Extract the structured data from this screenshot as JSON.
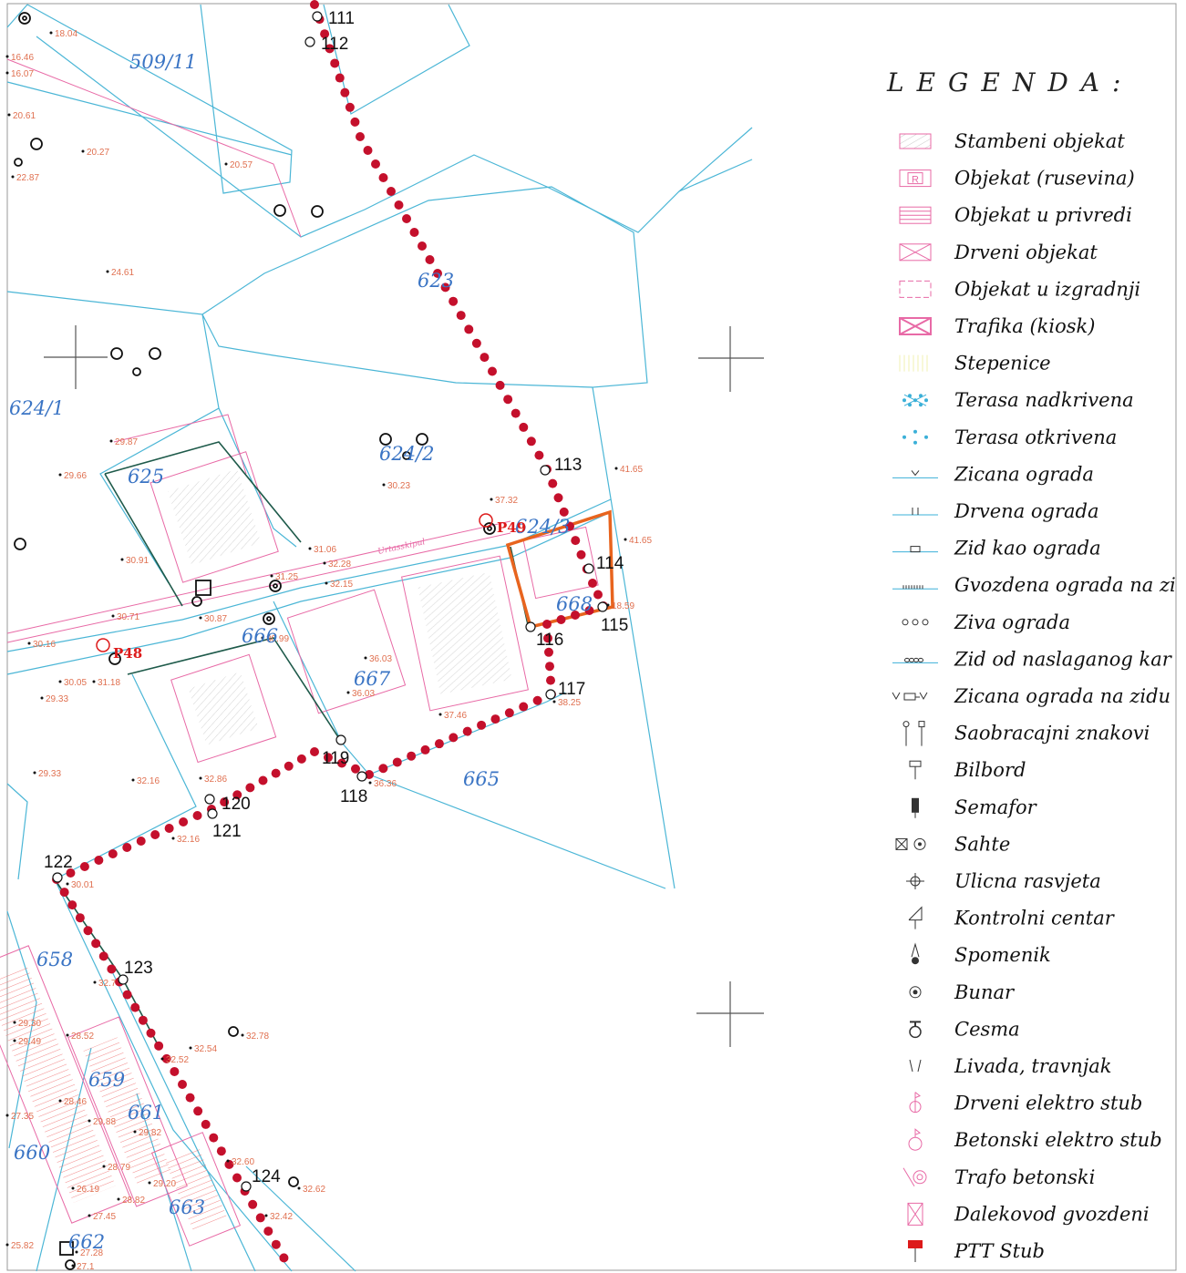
{
  "parcels": [
    "509/11",
    "623",
    "624/1",
    "624/2",
    "625",
    "624/3",
    "668",
    "666",
    "667",
    "665",
    "658",
    "659",
    "661",
    "660",
    "663",
    "662"
  ],
  "points": [
    "111",
    "112",
    "113",
    "114",
    "115",
    "116",
    "117",
    "118",
    "119",
    "120",
    "121",
    "122",
    "123",
    "124"
  ],
  "elevations": [
    "18.04",
    "16.46",
    "16.07",
    "20.61",
    "20.27",
    "20.57",
    "22.87",
    "24.61",
    "29.87",
    "29.66",
    "30.23",
    "41.65",
    "37.32",
    "41.65",
    "31.06",
    "32.28",
    "31.25",
    "32.15",
    "30.91",
    "30.71",
    "30.87",
    "30.99",
    "30.16",
    "30.05",
    "31.18",
    "29.33",
    "36.03",
    "36.03",
    "37.46",
    "38.25",
    "29.33",
    "32.16",
    "32.86",
    "36.36",
    "32.16",
    "30.01",
    "32.7",
    "32.78",
    "32.54",
    "32.52",
    "29.30",
    "29.49",
    "28.52",
    "28.46",
    "29.88",
    "29.82",
    "27.35",
    "28.79",
    "29.20",
    "26.19",
    "28.82",
    "27.45",
    "32.60",
    "32.62",
    "32.42",
    "25.82",
    "27.28",
    "27.1",
    "18.59"
  ],
  "markers": [
    "P48",
    "P49"
  ],
  "road_label": "Urtasskipul",
  "legend": {
    "title": "LEGENDA:",
    "items": [
      {
        "label": "Stambeni objekat",
        "icon": "hatched-building-icon"
      },
      {
        "label": "Objekat (rusevina)",
        "icon": "ruin-building-icon"
      },
      {
        "label": "Objekat u privredi",
        "icon": "commercial-building-icon"
      },
      {
        "label": "Drveni objekat",
        "icon": "wooden-building-icon"
      },
      {
        "label": "Objekat u izgradnji",
        "icon": "construction-building-icon"
      },
      {
        "label": "Trafika (kiosk)",
        "icon": "kiosk-icon"
      },
      {
        "label": "Stepenice",
        "icon": "stairs-icon"
      },
      {
        "label": "Terasa nadkrivena",
        "icon": "covered-terrace-icon"
      },
      {
        "label": "Terasa otkrivena",
        "icon": "open-terrace-icon"
      },
      {
        "label": "Zicana ograda",
        "icon": "wire-fence-icon"
      },
      {
        "label": "Drvena ograda",
        "icon": "wooden-fence-icon"
      },
      {
        "label": "Zid kao ograda",
        "icon": "wall-fence-icon"
      },
      {
        "label": "Gvozdena ograda na zi",
        "icon": "iron-fence-icon"
      },
      {
        "label": "Ziva ograda",
        "icon": "hedge-icon"
      },
      {
        "label": "Zid od naslaganog kar",
        "icon": "stone-wall-icon"
      },
      {
        "label": "Zicana ograda na zidu",
        "icon": "wire-on-wall-icon"
      },
      {
        "label": "Saobracajni znakovi",
        "icon": "traffic-sign-icon"
      },
      {
        "label": "Bilbord",
        "icon": "billboard-icon"
      },
      {
        "label": "Semafor",
        "icon": "traffic-light-icon"
      },
      {
        "label": "Sahte",
        "icon": "manhole-icon"
      },
      {
        "label": "Ulicna rasvjeta",
        "icon": "street-light-icon"
      },
      {
        "label": "Kontrolni centar",
        "icon": "control-center-icon"
      },
      {
        "label": "Spomenik",
        "icon": "monument-icon"
      },
      {
        "label": "Bunar",
        "icon": "well-icon"
      },
      {
        "label": "Cesma",
        "icon": "fountain-icon"
      },
      {
        "label": "Livada, travnjak",
        "icon": "meadow-icon"
      },
      {
        "label": "Drveni elektro stub",
        "icon": "wooden-pole-icon"
      },
      {
        "label": "Betonski elektro stub",
        "icon": "concrete-pole-icon"
      },
      {
        "label": "Trafo betonski",
        "icon": "transformer-icon"
      },
      {
        "label": "Dalekovod gvozdeni",
        "icon": "power-line-icon"
      },
      {
        "label": "PTT Stub",
        "icon": "ptt-pole-icon"
      }
    ]
  },
  "colors": {
    "parcel_line": "#4bb6d6",
    "building_line": "#e86aa6",
    "route_dot": "#c4102c",
    "highlight": "#e8641e",
    "parcel_label": "#3a74c4",
    "elevation": "#e07050"
  }
}
